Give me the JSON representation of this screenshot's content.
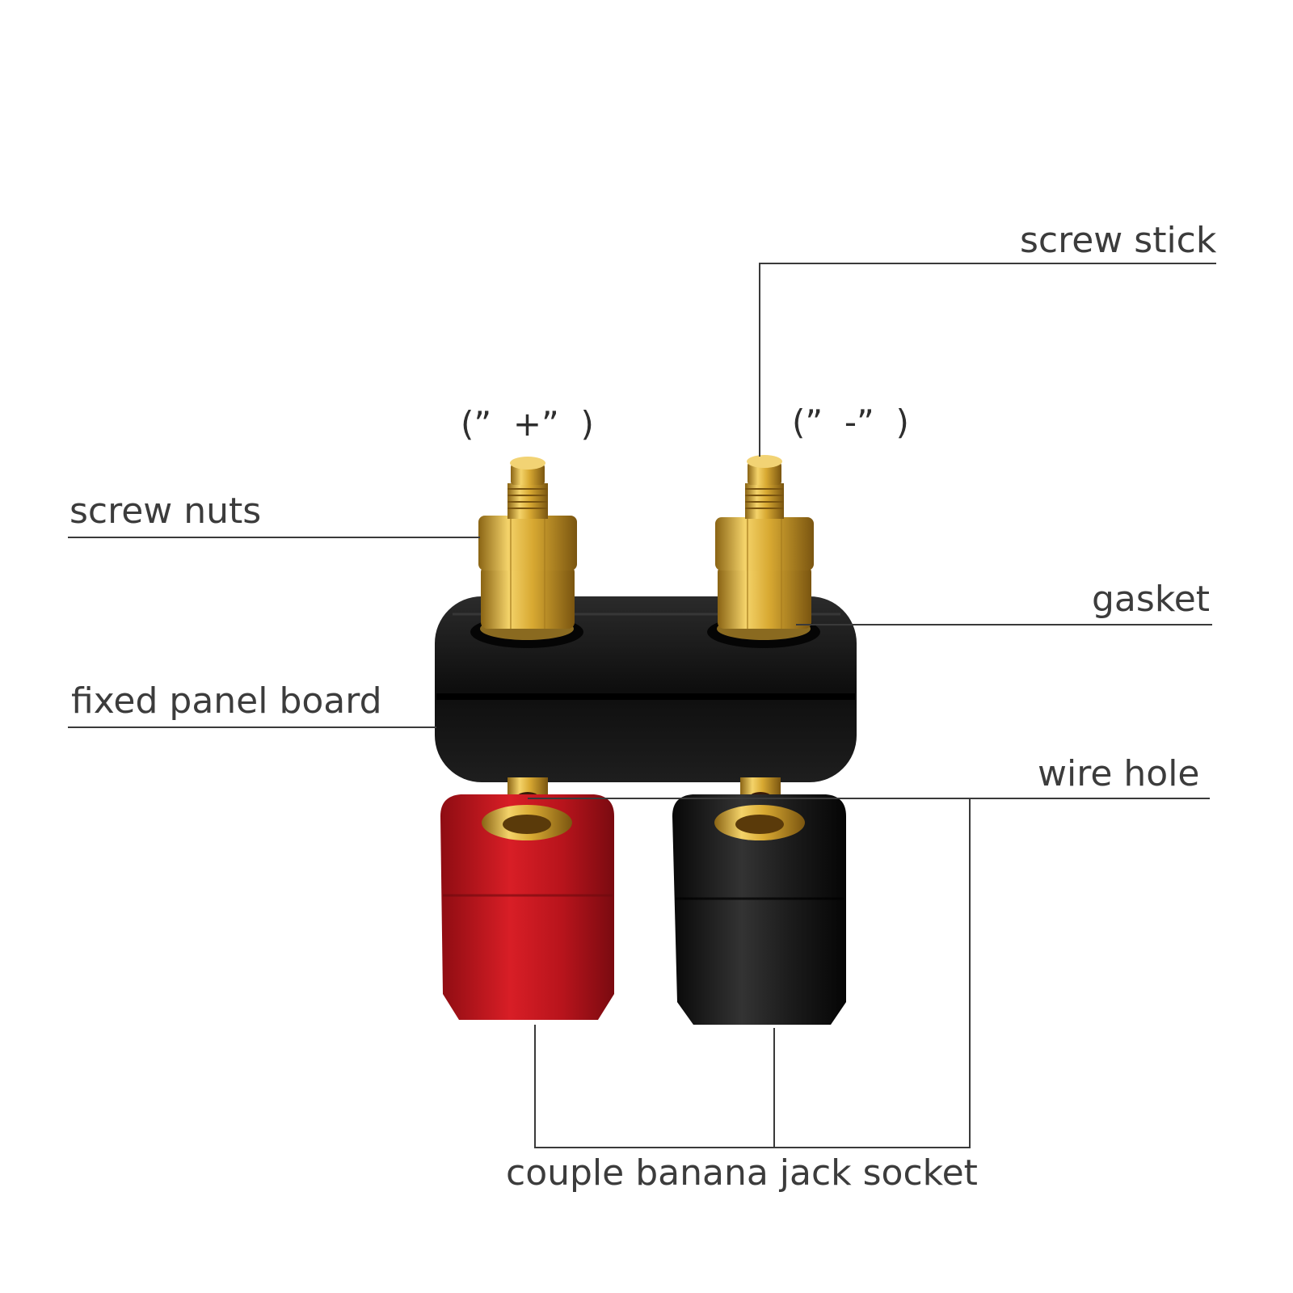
{
  "polarity": {
    "positive": "(”  +”  )",
    "negative": "(”  -”  )"
  },
  "labels": {
    "screw_stick": "screw stick",
    "screw_nuts": "screw nuts",
    "gasket": "gasket",
    "fixed_panel_board": "fixed panel board",
    "wire_hole": "wire hole",
    "banana_jack_socket": "couple banana jack socket"
  },
  "colors": {
    "brass": "#d4a630",
    "board": "#141414",
    "red_cap": "#b3121a",
    "black_cap": "#121212",
    "leader_line": "#3a3a3a"
  }
}
